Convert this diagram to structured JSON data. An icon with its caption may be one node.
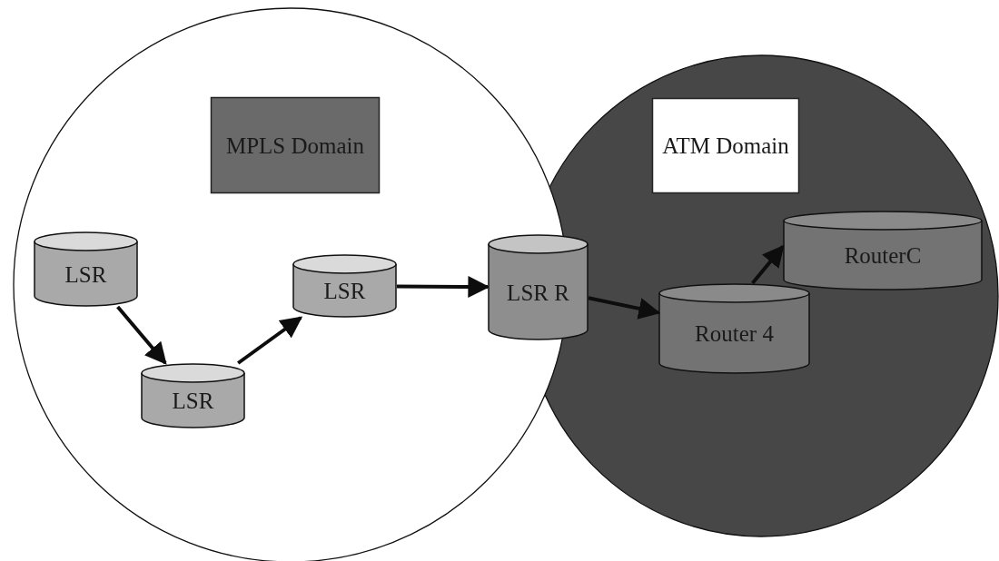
{
  "diagram": {
    "nodes": [
      {
        "text": [],
        "shape": "circle"
      },
      {
        "text": [],
        "shape": "circle"
      },
      {
        "text": [
          "MPLS Domain"
        ],
        "in": 0
      },
      {
        "text": [
          "ATM Domain"
        ],
        "in": 1
      },
      {
        "text": [
          "LSR"
        ],
        "in": 0
      },
      {
        "text": [
          "LSR"
        ],
        "in": 0
      },
      {
        "text": [
          "LSR"
        ],
        "in": 0
      },
      {
        "text": [
          "LSR R"
        ]
      },
      {
        "text": [
          "Router 4"
        ],
        "in": 1
      },
      {
        "text": [
          "RouterC"
        ],
        "in": 1
      }
    ],
    "edges": [
      {
        "from": 4,
        "to": 5,
        "arrow": "to"
      },
      {
        "from": 5,
        "to": 6,
        "arrow": "to"
      },
      {
        "from": 6,
        "to": 7,
        "arrow": "to"
      },
      {
        "from": 7,
        "to": 8,
        "arrow": "to"
      },
      {
        "from": 8,
        "to": 9,
        "arrow": "to"
      }
    ]
  }
}
